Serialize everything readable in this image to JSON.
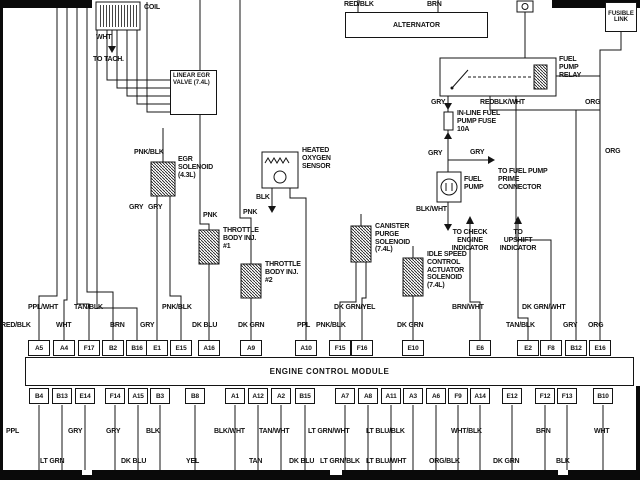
{
  "ink": "#141414",
  "components": {
    "coil": {
      "label": "COIL",
      "wire": "WHT",
      "destination": "TO TACH."
    },
    "alternator": {
      "label": "ALTERNATOR",
      "wire_left": "RED/BLK",
      "wire_right": "BRN"
    },
    "fusible_link": {
      "label": "FUSIBLE LINK"
    },
    "fuel_pump_relay": {
      "label": "FUEL PUMP RELAY",
      "wire_gry": "GRY",
      "wire_red": "RED",
      "wire_blk_wht": "BLK/WHT",
      "wire_org": "ORG"
    },
    "linear_egr_valve": {
      "label": "LINEAR EGR VALVE (7.4L)"
    },
    "egr_solenoid": {
      "label": "EGR SOLENOID (4.3L)",
      "feed": "PNK/BLK",
      "wire_left": "GRY",
      "wire_right": "GRY"
    },
    "heated_oxygen_sensor": {
      "label": "HEATED OXYGEN SENSOR",
      "ground": "BLK"
    },
    "inline_fuse": {
      "label": "IN-LINE FUEL PUMP FUSE 10A",
      "wire_below": "GRY",
      "wire_branch": "GRY"
    },
    "fuel_pump": {
      "label": "FUEL PUMP",
      "ground": "BLK/WHT"
    },
    "prime_connector": {
      "label": "TO FUEL PUMP PRIME CONNECTOR"
    },
    "org_upper": "ORG",
    "org_mid": "ORG",
    "throttle_inj_1": {
      "label": "THROTTLE BODY INJ. #1",
      "feed": "PNK"
    },
    "throttle_inj_2": {
      "label": "THROTTLE BODY INJ. #2",
      "feed": "PNK"
    },
    "canister_purge": {
      "label": "CANISTER PURGE SOLENOID (7.4L)"
    },
    "idle_speed": {
      "label": "IDLE SPEED CONTROL ACTUATOR SOLENOID (7.4L)"
    },
    "check_engine": {
      "label": "TO CHECK ENGINE INDICATOR"
    },
    "upshift": {
      "label": "TO UPSHIFT INDICATOR"
    }
  },
  "ecm": {
    "label": "ENGINE CONTROL MODULE",
    "top_pins": [
      "A5",
      "A4",
      "F17",
      "B2",
      "B16",
      "E1",
      "E15",
      "A16",
      "A9",
      "A10",
      "F15",
      "F16",
      "E10",
      "E6",
      "E2",
      "F8",
      "B12",
      "E16"
    ],
    "top_wires": [
      "RED/BLK",
      "PPL/WHT",
      "WHT",
      "TAN/BLK",
      "BRN",
      "GRY",
      "PNK/BLK",
      "DK BLU",
      "DK GRN",
      "PPL",
      "PNK/BLK",
      "DK GRN/YEL",
      "DK GRN",
      "BRN/WHT",
      "TAN/BLK",
      "DK GRN/WHT",
      "GRY",
      "ORG"
    ],
    "bottom_pins": [
      "B4",
      "B13",
      "E14",
      "F14",
      "A15",
      "B3",
      "B8",
      "A1",
      "A12",
      "A2",
      "B15",
      "A7",
      "A8",
      "A11",
      "A3",
      "A6",
      "F9",
      "A14",
      "E12",
      "F12",
      "F13",
      "B10"
    ],
    "bottom_wires_upper": [
      "PPL",
      "GRY",
      "GRY",
      "BLK",
      "BLK/WHT",
      "TAN/WHT",
      "LT GRN/WHT",
      "LT BLU/BLK",
      "WHT/BLK",
      "BRN",
      "WHT"
    ],
    "bottom_wires_lower": [
      "LT GRN",
      "DK BLU",
      "YEL",
      "TAN",
      "DK BLU",
      "LT GRN/BLK",
      "LT BLU/WHT",
      "ORG/BLK",
      "DK GRN",
      "BLK"
    ]
  }
}
